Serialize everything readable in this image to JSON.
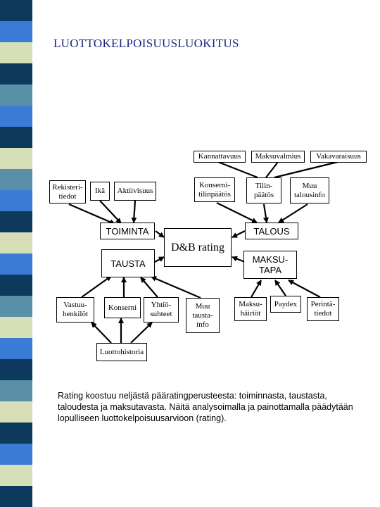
{
  "title": "LUOTTOKELPOISUUSLUOKITUS",
  "colors": {
    "title": "#1a237e",
    "stripe_palette": [
      "#0d3a5c",
      "#3a7bd5",
      "#d6dfb8",
      "#5a8fa8",
      "#ffffff"
    ]
  },
  "stripes": [
    "#0d3a5c",
    "#3a7bd5",
    "#d6dfb8",
    "#0d3a5c",
    "#5a8fa8",
    "#3a7bd5",
    "#0d3a5c",
    "#d6dfb8",
    "#5a8fa8",
    "#3a7bd5",
    "#0d3a5c",
    "#d6dfb8",
    "#3a7bd5",
    "#0d3a5c",
    "#5a8fa8",
    "#d6dfb8",
    "#3a7bd5",
    "#0d3a5c",
    "#5a8fa8",
    "#d6dfb8",
    "#0d3a5c",
    "#3a7bd5",
    "#d6dfb8",
    "#0d3a5c"
  ],
  "nodes": {
    "kannattavuus": "Kannattavuus",
    "maksuvalmius": "Maksuvalmius",
    "vakavaraisuus": "Vakavaraisuus",
    "rekisteritiedot": "Rekisteri-\ntiedot",
    "ika": "Ikä",
    "aktiivisuus": "Aktiivisuus",
    "konsernitilinpaatos": "Konserni-\ntilinpäätös",
    "tilinpaatos": "Tilin-\npäätös",
    "muu_talousinfo": "Muu\ntalousinfo",
    "toiminta": "TOIMINTA",
    "talous": "TALOUS",
    "db_rating": "D&B rating",
    "tausta": "TAUSTA",
    "maksutapa": "MAKSU-\nTAPA",
    "vastuuhenkilot": "Vastuu-\nhenkilöt",
    "konserni": "Konserni",
    "yhtiosuhteet": "Yhtiö-\nsuhteet",
    "muu_taustainfo": "Muu\ntausta-\ninfo",
    "maksuhairiot": "Maksu-\nhäiriöt",
    "paydex": "Paydex",
    "perintatiedot": "Perintä-\ntiedot",
    "luottohistoria": "Luottohistoria"
  },
  "caption": "Rating koostuu neljästä pääratingperusteesta: toiminnasta, taustasta, taloudesta ja maksutavasta. Näitä analysoimalla ja painottamalla päädytään lopulliseen luottokelpoisuusarvioon (rating)."
}
